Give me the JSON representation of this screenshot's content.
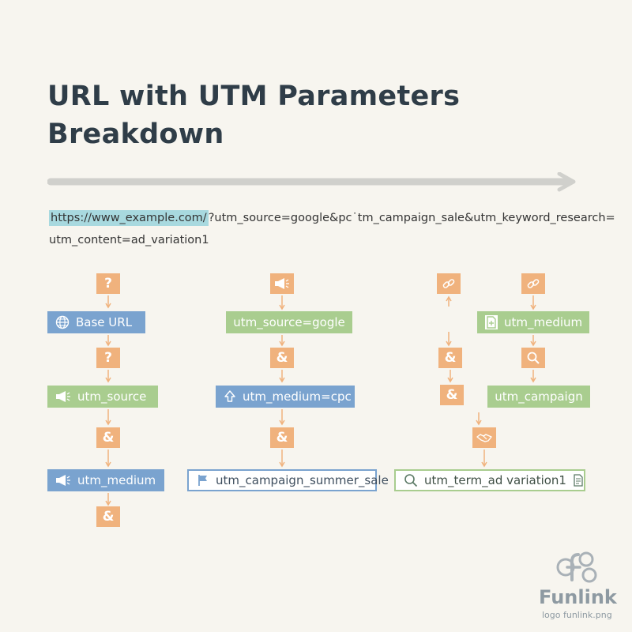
{
  "title": {
    "line1": "URL with UTM Parameters",
    "line2": "Breakdown"
  },
  "url": {
    "highlight": "https://www_example.com/",
    "rest": "?utm_source=google&pc˙tm_campaign_sale&utm_keyword_research=",
    "line2": "utm_content=ad_variation1"
  },
  "nodes": {
    "base_url": "Base URL",
    "utm_source": "utm_source",
    "utm_medium_left": "utm_medium",
    "utm_source_google": "utm_source=gogle",
    "utm_medium_cpc": "utm_medium=cpc",
    "utm_campaign_summer": "utm_campaign_summer_sale",
    "utm_medium_right": "utm_medium",
    "utm_campaign": "utm_campaign",
    "utm_term": "utm_term_ad variation1"
  },
  "symbols": {
    "question": "?",
    "ampersand": "&"
  },
  "logo": {
    "name": "Funlink",
    "file": "logo funlink.png"
  },
  "colors": {
    "blue": "#7aa3cf",
    "green": "#a9cd8f",
    "orange": "#f0b27d",
    "background": "#f7f5ef"
  },
  "icons": [
    "globe-icon",
    "megaphone-icon",
    "upload-icon",
    "flag-icon",
    "link-icon",
    "document-icon",
    "search-icon",
    "handshake-icon"
  ]
}
